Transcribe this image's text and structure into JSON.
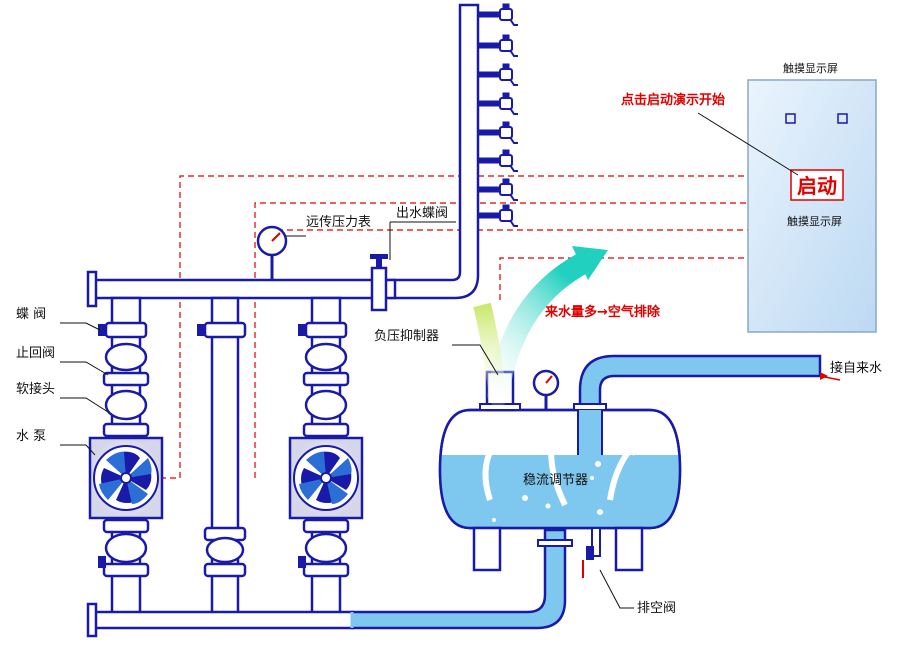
{
  "labels": {
    "butterfly_valve": "蝶 阀",
    "check_valve": "止回阀",
    "soft_joint": "软接头",
    "water_pump": "水 泵",
    "remote_pressure_gauge": "远传压力表",
    "outlet_butterfly_valve": "出水蝶阀",
    "negative_pressure_suppressor": "负压抑制器",
    "stabilizer": "稳流调节器",
    "inlet": "接自来水",
    "drain_valve": "排空阀",
    "air_note": "来水量多→空气排除",
    "demo_hint": "点击启动演示开始",
    "screen_title_top": "触摸显示屏",
    "screen_title_bottom": "触摸显示屏",
    "start_button": "启动"
  },
  "colors": {
    "pipe": "#1a1aa8",
    "water": "#7ec8f0",
    "signal": "#e00000",
    "screen": "#cfe4f7",
    "arrow": "#29d3c4"
  },
  "icons": {
    "pump_fan": "pump-impeller-icon",
    "gauge": "pressure-gauge-icon",
    "faucet": "faucet-icon"
  }
}
